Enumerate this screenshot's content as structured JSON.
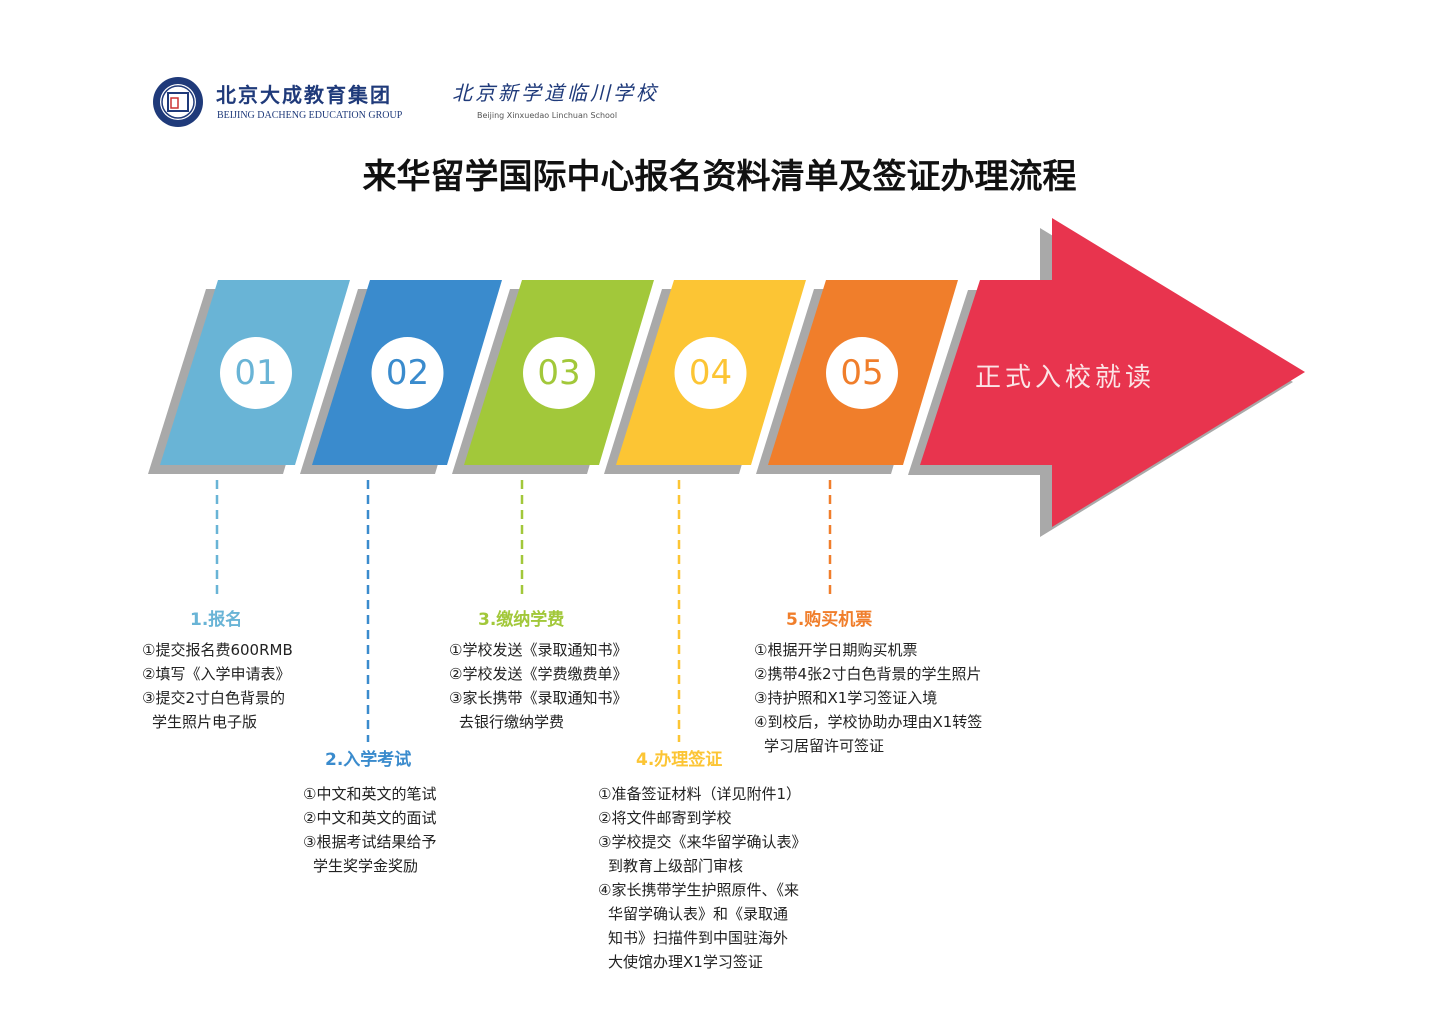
{
  "header": {
    "group_name_cn": "北京大成教育集团",
    "group_name_en": "BEIJING DACHENG EDUCATION GROUP",
    "school_name_cn": "北京新学道临川学校",
    "school_name_en": "Beijing  Xinxuedao Linchuan School"
  },
  "title": "来华留学国际中心报名资料清单及签证办理流程",
  "arrow_label": "正式入校就读",
  "colors": {
    "step1": "#69b4d6",
    "step2": "#3a8bcd",
    "step3": "#a2c83a",
    "step4": "#fcc534",
    "step5": "#f07e2b",
    "arrow": "#e8344e"
  },
  "steps": [
    {
      "number": "01",
      "title": "1.报名",
      "items": [
        "①提交报名费600RMB",
        "②填写《入学申请表》",
        "③提交2寸白色背景的",
        "学生照片电子版"
      ]
    },
    {
      "number": "02",
      "title": "2.入学考试",
      "items": [
        "①中文和英文的笔试",
        "②中文和英文的面试",
        "③根据考试结果给予",
        "学生奖学金奖励"
      ]
    },
    {
      "number": "03",
      "title": "3.缴纳学费",
      "items": [
        "①学校发送《录取通知书》",
        "②学校发送《学费缴费单》",
        "③家长携带《录取通知书》",
        "去银行缴纳学费"
      ]
    },
    {
      "number": "04",
      "title": "4.办理签证",
      "items": [
        "①准备签证材料（详见附件1）",
        "②将文件邮寄到学校",
        "③学校提交《来华留学确认表》",
        "到教育上级部门审核",
        "④家长携带学生护照原件、《来",
        "华留学确认表》和《录取通",
        "知书》扫描件到中国驻海外",
        "大使馆办理X1学习签证"
      ]
    },
    {
      "number": "05",
      "title": "5.购买机票",
      "items": [
        "①根据开学日期购买机票",
        "②携带4张2寸白色背景的学生照片",
        "③持护照和X1学习签证入境",
        "④到校后，学校协助办理由X1转签",
        "学习居留许可签证"
      ]
    }
  ]
}
